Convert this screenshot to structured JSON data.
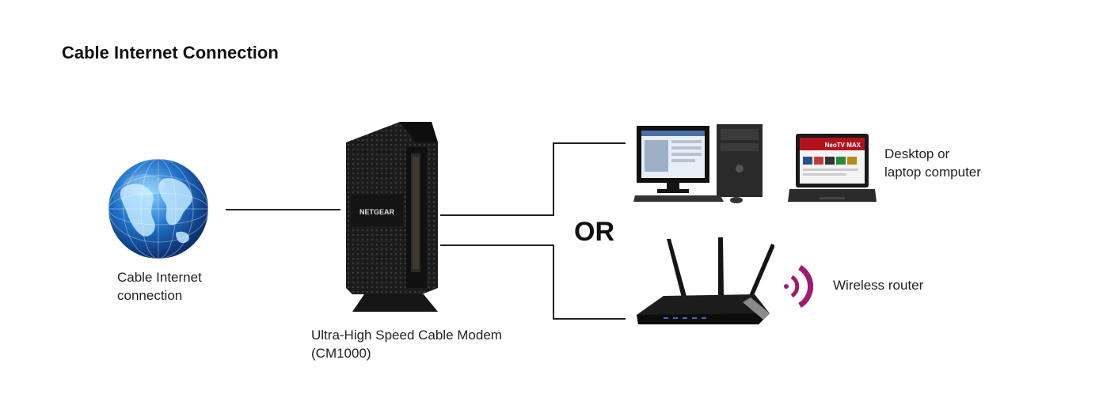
{
  "title": "Cable Internet Connection",
  "globe": {
    "label_line1": "Cable Internet",
    "label_line2": "connection"
  },
  "modem": {
    "brand": "NETGEAR",
    "label_line1": "Ultra-High Speed Cable Modem",
    "label_line2": "(CM1000)"
  },
  "separator": "OR",
  "computer": {
    "label_line1": "Desktop or",
    "label_line2": "laptop computer",
    "laptop_brand": "NeoTV MAX"
  },
  "router": {
    "label": "Wireless router"
  },
  "colors": {
    "line": "#222222",
    "wifi": "#a3196f",
    "globe": "#1f6fc5"
  }
}
